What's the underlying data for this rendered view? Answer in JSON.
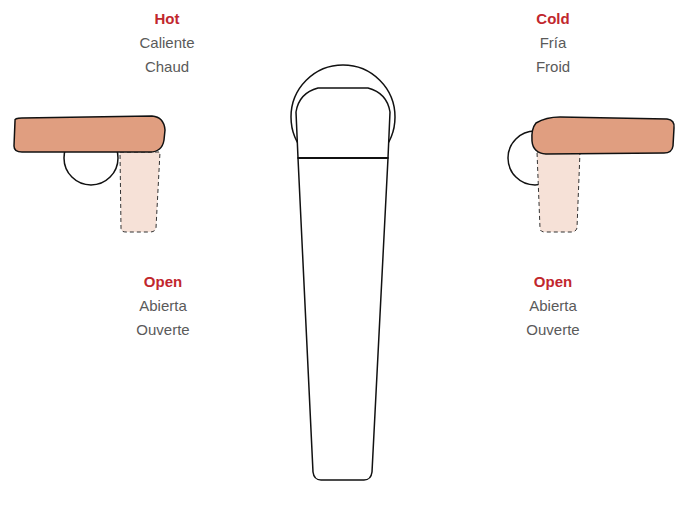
{
  "diagram": {
    "labels": [
      "Hot",
      "Caliente",
      "Chaud",
      "Cold",
      "Fría",
      "Froid",
      "Open",
      "Abierta",
      "Ouverte",
      "Open",
      "Abierta",
      "Ouverte"
    ]
  }
}
